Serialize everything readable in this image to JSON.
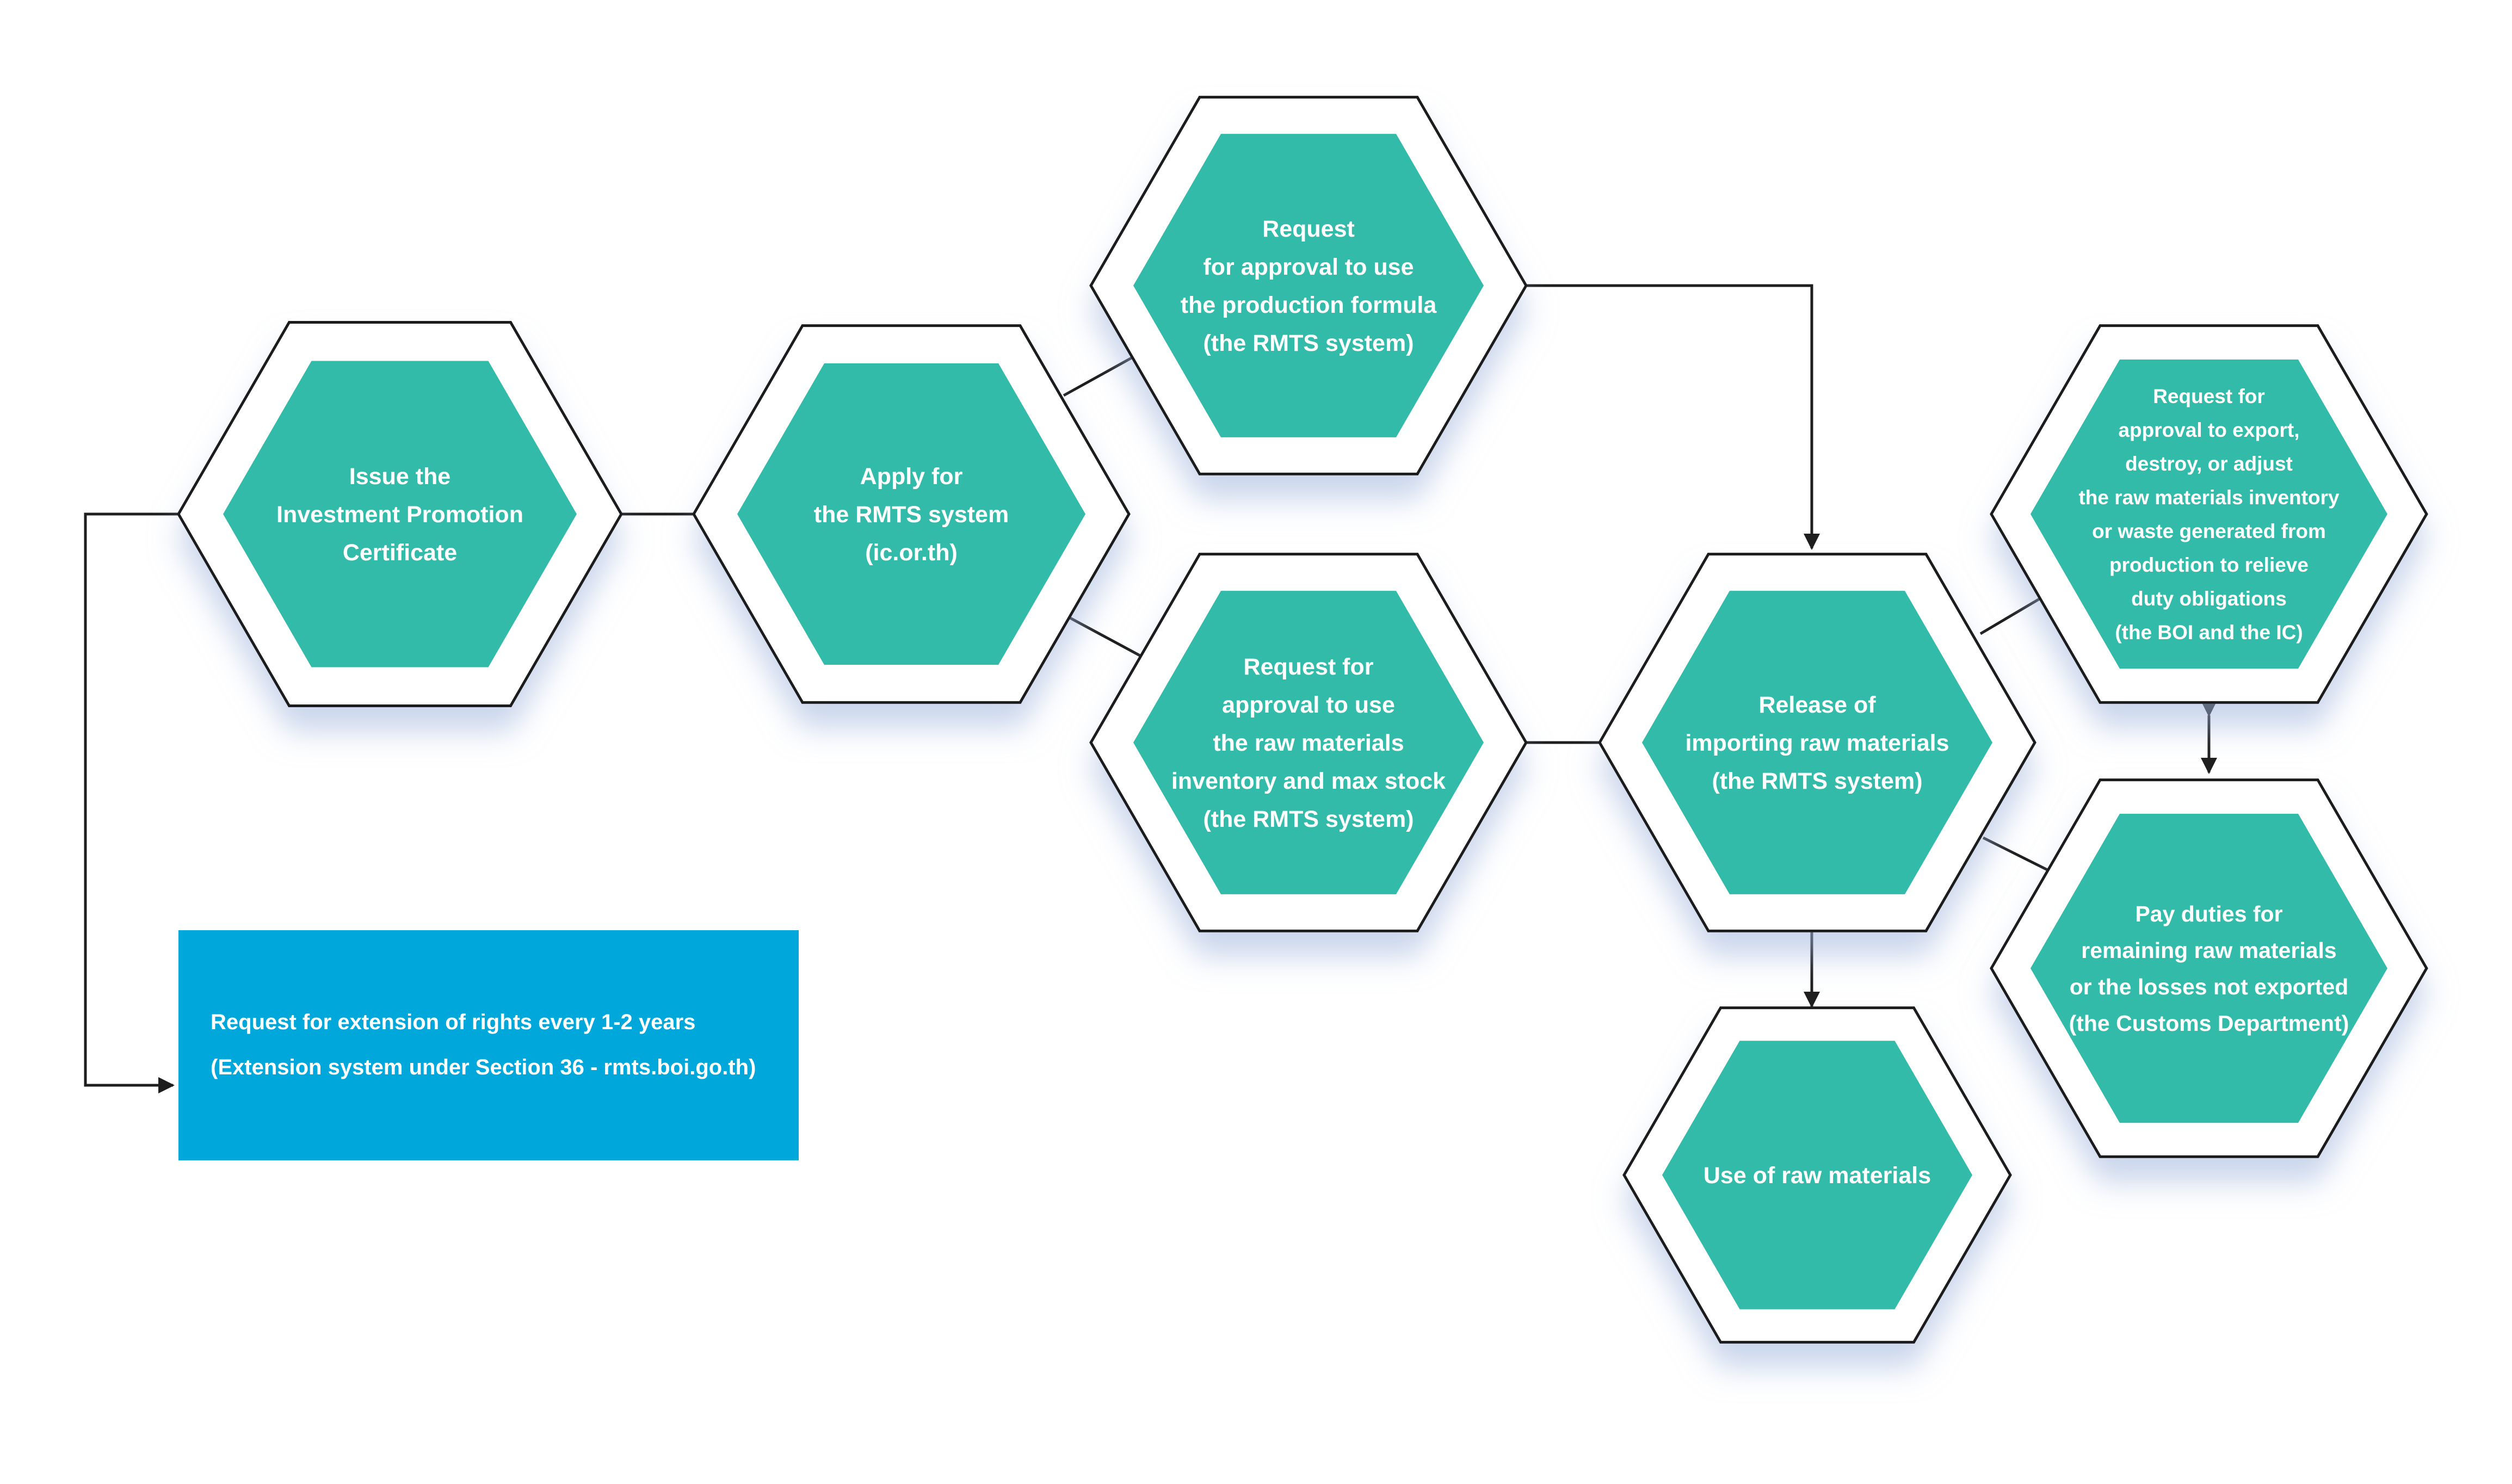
{
  "colors": {
    "hex_fill": "#33bba9",
    "hex_outline": "#1f1f1f",
    "box_fill": "#00a7da",
    "line": "#1e1e1e",
    "text": "#ffffff"
  },
  "nodes": [
    {
      "id": "issue-certificate",
      "lines": [
        "Issue the",
        "Investment Promotion",
        "Certificate"
      ]
    },
    {
      "id": "apply-rmts",
      "lines": [
        "Apply for",
        "the RMTS system",
        "(ic.or.th)"
      ]
    },
    {
      "id": "production-formula",
      "lines": [
        "Request",
        "for approval to use",
        "the production formula",
        "(the RMTS system)"
      ]
    },
    {
      "id": "raw-materials-inventory",
      "lines": [
        "Request for",
        "approval to use",
        "the raw materials",
        "inventory and max stock",
        "(the RMTS system)"
      ]
    },
    {
      "id": "release-import",
      "lines": [
        "Release of",
        "importing raw materials",
        "(the RMTS system)"
      ]
    },
    {
      "id": "use-raw-materials",
      "lines": [
        "Use of raw materials"
      ]
    },
    {
      "id": "export-destroy-adjust",
      "lines": [
        "Request for",
        "approval to export,",
        "destroy, or adjust",
        "the raw materials inventory",
        "or waste generated from",
        "production to relieve",
        "duty obligations",
        "(the BOI and the IC)"
      ]
    },
    {
      "id": "pay-duties",
      "lines": [
        "Pay duties for",
        "remaining raw materials",
        "or the losses not exported",
        "(the Customs Department)"
      ]
    }
  ],
  "extension_box": {
    "line1": "Request for extension of rights every 1-2 years",
    "line2": "(Extension system under Section 36 - rmts.boi.go.th)"
  }
}
